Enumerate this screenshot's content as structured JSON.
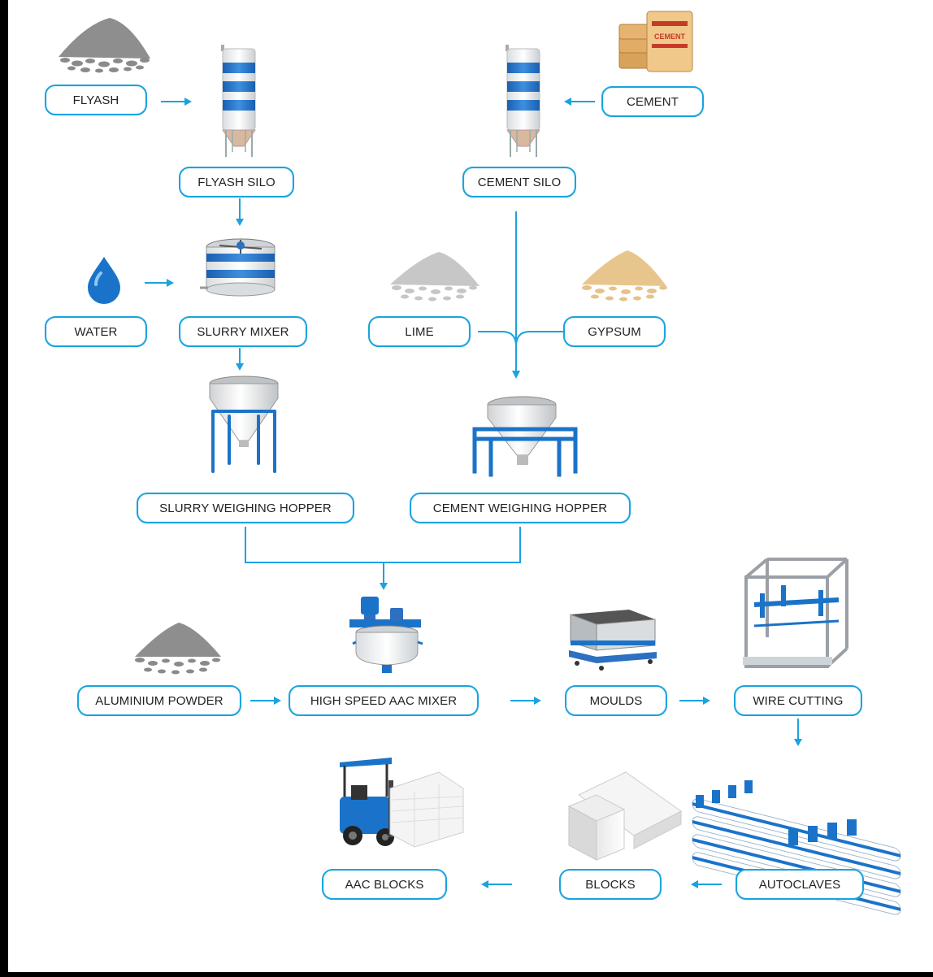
{
  "nodes": {
    "flyash": "FLYASH",
    "flyash_silo": "FLYASH SILO",
    "cement": "CEMENT",
    "cement_silo": "CEMENT SILO",
    "water": "WATER",
    "slurry_mixer": "SLURRY MIXER",
    "lime": "LIME",
    "gypsum": "GYPSUM",
    "slurry_weighing_hopper": "SLURRY WEIGHING HOPPER",
    "cement_weighing_hopper": "CEMENT WEIGHING HOPPER",
    "aluminium_powder": "ALUMINIUM POWDER",
    "high_speed_aac_mixer": "HIGH SPEED AAC MIXER",
    "moulds": "MOULDS",
    "wire_cutting": "WIRE CUTTING",
    "autoclaves": "AUTOCLAVES",
    "blocks": "BLOCKS",
    "aac_blocks": "AAC BLOCKS"
  },
  "icons": {
    "flyash_pile": "powder-pile-icon",
    "flyash_silo": "silo-icon",
    "cement_silo": "silo-icon",
    "cement_bags": "cement-bags-icon",
    "cement_bag_text": "CEMENT",
    "water": "water-drop-icon",
    "slurry_mixer": "slurry-mixer-icon",
    "lime_pile": "powder-pile-icon",
    "gypsum_pile": "powder-pile-icon",
    "slurry_hopper": "hopper-icon",
    "cement_hopper": "hopper-icon",
    "aluminium_pile": "powder-pile-icon",
    "aac_mixer": "mixer-icon",
    "moulds": "mould-icon",
    "wire_cutting": "cutting-machine-icon",
    "autoclaves": "autoclave-icon",
    "blocks": "block-icon",
    "aac_blocks": "forklift-icon"
  },
  "colors": {
    "accent": "#1aa3df",
    "accent_dark": "#1a73c8",
    "ash": "#8a8a8a",
    "lime": "#c9c9c9",
    "gypsum": "#e9c58e"
  }
}
